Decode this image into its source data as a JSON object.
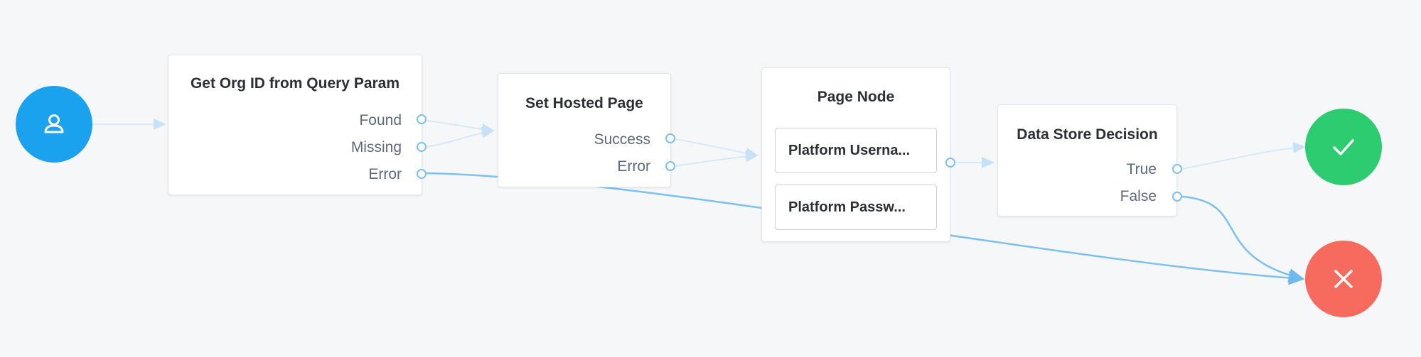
{
  "start": {
    "icon": "user-icon",
    "color": "#1ba2ef"
  },
  "nodes": {
    "get_org": {
      "title": "Get Org ID from Query Param",
      "outcomes": [
        "Found",
        "Missing",
        "Error"
      ]
    },
    "hosted_page": {
      "title": "Set Hosted Page",
      "outcomes": [
        "Success",
        "Error"
      ]
    },
    "page_node": {
      "title": "Page Node",
      "callbacks": [
        "Platform Userna...",
        "Platform Passw..."
      ]
    },
    "data_store": {
      "title": "Data Store Decision",
      "outcomes": [
        "True",
        "False"
      ]
    }
  },
  "success": {
    "icon": "check-icon",
    "color": "#2ecc71"
  },
  "failure": {
    "icon": "close-icon",
    "color": "#f76b5e"
  },
  "colors": {
    "connector": "#7cc0f0",
    "connector_faint": "#d6e9f8"
  }
}
